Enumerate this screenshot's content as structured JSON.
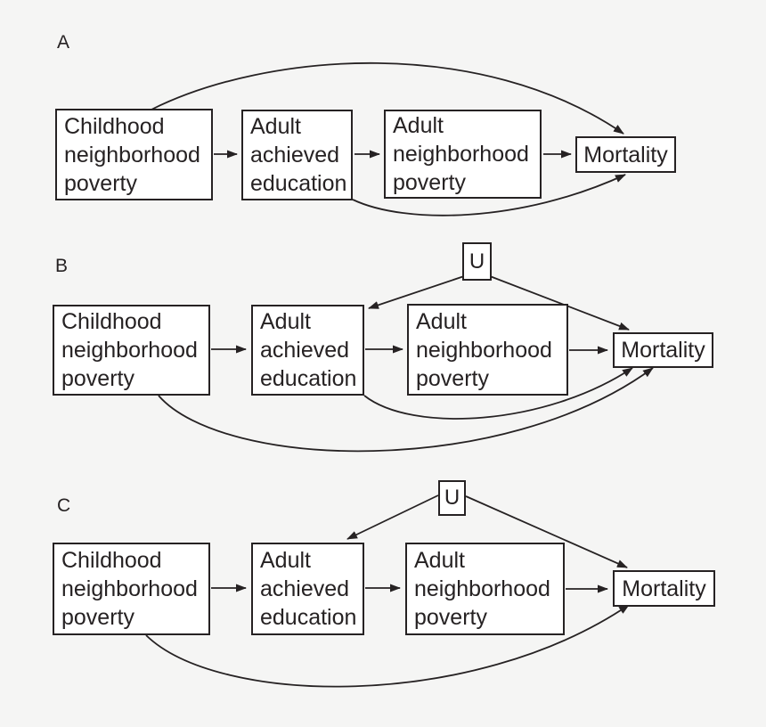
{
  "figure": {
    "background_color": "#f5f5f4",
    "box_fill_color": "#ffffff",
    "line_color": "#262223",
    "panels": [
      {
        "label": "A",
        "nodes": {
          "childhood": "Childhood neighborhood poverty",
          "education": "Adult achieved education",
          "adult_poverty": "Adult neighborhood poverty",
          "mortality": "Mortality"
        },
        "edges": [
          {
            "from": "childhood",
            "to": "education",
            "style": "straight"
          },
          {
            "from": "education",
            "to": "adult_poverty",
            "style": "straight"
          },
          {
            "from": "adult_poverty",
            "to": "mortality",
            "style": "straight"
          },
          {
            "from": "childhood",
            "to": "mortality",
            "style": "curve-over-top"
          },
          {
            "from": "education",
            "to": "mortality",
            "style": "curve-under-bottom"
          }
        ]
      },
      {
        "label": "B",
        "nodes": {
          "childhood": "Childhood neighborhood poverty",
          "education": "Adult achieved education",
          "adult_poverty": "Adult neighborhood poverty",
          "mortality": "Mortality",
          "confounder": "U"
        },
        "edges": [
          {
            "from": "childhood",
            "to": "education",
            "style": "straight"
          },
          {
            "from": "education",
            "to": "adult_poverty",
            "style": "straight"
          },
          {
            "from": "adult_poverty",
            "to": "mortality",
            "style": "straight"
          },
          {
            "from": "confounder",
            "to": "education",
            "style": "diagonal"
          },
          {
            "from": "confounder",
            "to": "mortality",
            "style": "diagonal"
          },
          {
            "from": "education",
            "to": "mortality",
            "style": "curve-under-bottom"
          },
          {
            "from": "childhood",
            "to": "mortality",
            "style": "curve-under-bottom"
          }
        ]
      },
      {
        "label": "C",
        "nodes": {
          "childhood": "Childhood neighborhood poverty",
          "education": "Adult achieved education",
          "adult_poverty": "Adult neighborhood poverty",
          "mortality": "Mortality",
          "confounder": "U"
        },
        "edges": [
          {
            "from": "childhood",
            "to": "education",
            "style": "straight"
          },
          {
            "from": "education",
            "to": "adult_poverty",
            "style": "straight"
          },
          {
            "from": "adult_poverty",
            "to": "mortality",
            "style": "straight"
          },
          {
            "from": "confounder",
            "to": "education",
            "style": "diagonal"
          },
          {
            "from": "confounder",
            "to": "mortality",
            "style": "diagonal"
          },
          {
            "from": "childhood",
            "to": "mortality",
            "style": "curve-under-bottom"
          }
        ]
      }
    ]
  }
}
